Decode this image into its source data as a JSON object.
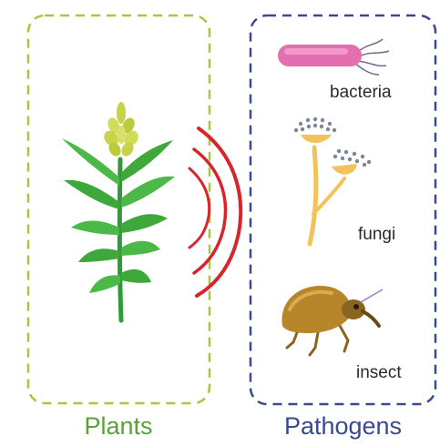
{
  "panels": {
    "plants": {
      "caption": "Plants",
      "color": "#a4c840",
      "caption_color": "#5aa13a"
    },
    "pathogens": {
      "caption": "Pathogens",
      "color": "#3a4a8f",
      "caption_color": "#3a4a8f"
    }
  },
  "pathogens_list": [
    {
      "label": "bacteria",
      "icon": "bacterium-icon",
      "color": "#e46fb0"
    },
    {
      "label": "fungi",
      "icon": "fungus-icon",
      "color": "#f3c25c"
    },
    {
      "label": "insect",
      "icon": "weevil-insect-icon",
      "color": "#b8862a"
    }
  ],
  "signal": {
    "icon": "signal-waves-icon",
    "color": "#d7262b"
  },
  "plant": {
    "icon": "plant-icon",
    "leaf_color": "#3fa83a",
    "spike_color": "#c7d44a"
  }
}
